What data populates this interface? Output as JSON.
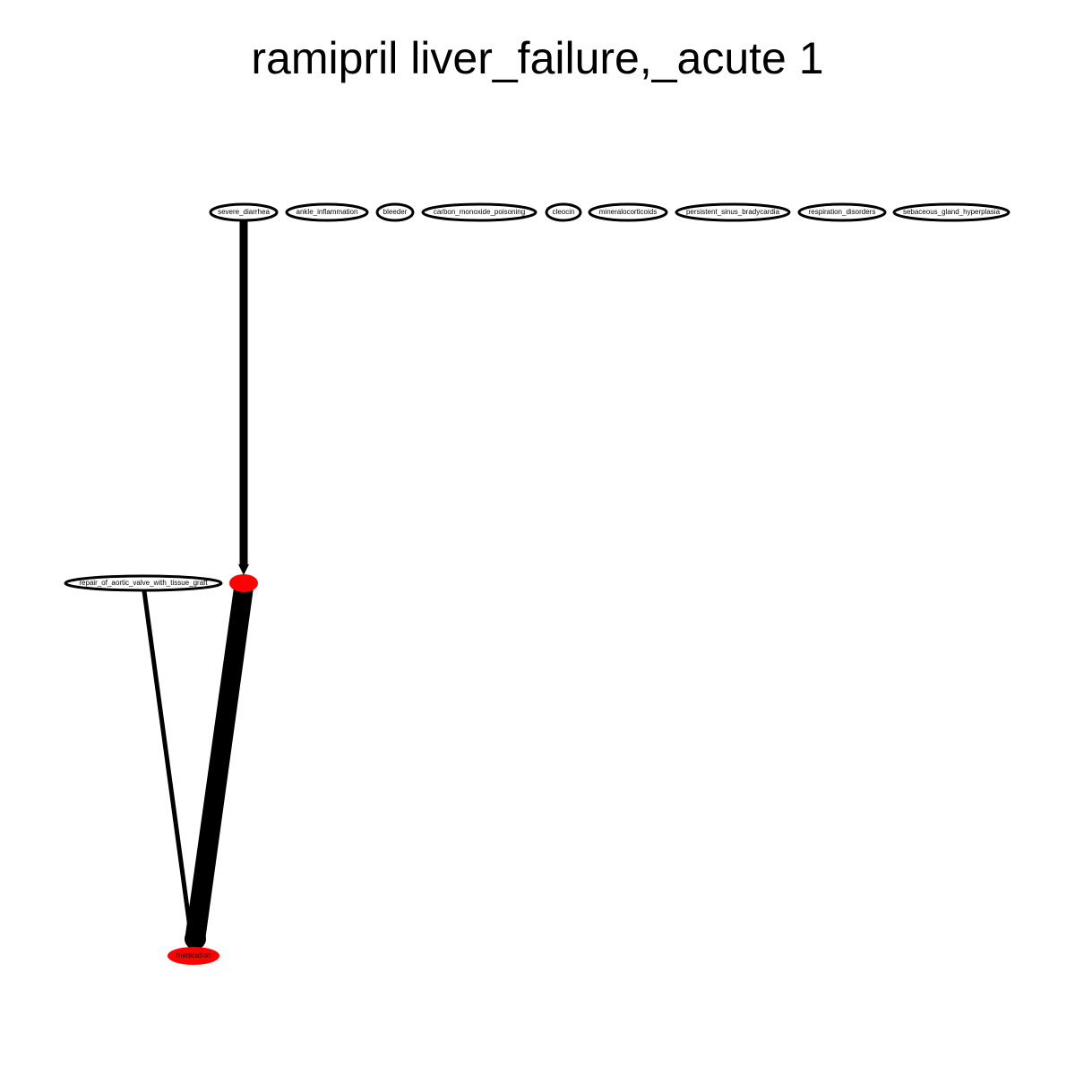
{
  "title": "ramipril liver_failure,_acute 1",
  "nodes": {
    "severe_diarrhea": {
      "label": "severe_diarrhea",
      "fill": "#ffffff",
      "stroke": "#000000"
    },
    "ankle_inflammation": {
      "label": "ankle_inflammation",
      "fill": "#ffffff",
      "stroke": "#000000"
    },
    "bleeder": {
      "label": "bleeder",
      "fill": "#ffffff",
      "stroke": "#000000"
    },
    "carbon_monoxide_poisoning": {
      "label": "carbon_monoxide_poisoning",
      "fill": "#ffffff",
      "stroke": "#000000"
    },
    "cleocin": {
      "label": "cleocin",
      "fill": "#ffffff",
      "stroke": "#000000"
    },
    "mineralocorticoids": {
      "label": "mineralocorticoids",
      "fill": "#ffffff",
      "stroke": "#000000"
    },
    "persistent_sinus_bradycardia": {
      "label": "persistent_sinus_bradycardia",
      "fill": "#ffffff",
      "stroke": "#000000"
    },
    "respiration_disorders": {
      "label": "respiration_disorders",
      "fill": "#ffffff",
      "stroke": "#000000"
    },
    "sebaceous_gland_hyperplasia": {
      "label": "sebaceous_gland_hyperplasia",
      "fill": "#ffffff",
      "stroke": "#000000"
    },
    "repair_of_aortic_valve_with_tissue_graft": {
      "label": "repair_of_aortic_valve_with_tissue_graft",
      "fill": "#ffffff",
      "stroke": "#000000"
    },
    "middle_node": {
      "label": "",
      "fill": "#ff0000",
      "stroke": "#ff0000"
    },
    "medication": {
      "label": "medication",
      "fill": "#ff0000",
      "stroke": "#ff0000"
    }
  },
  "edges": [
    {
      "from": "severe_diarrhea",
      "to": "middle_node",
      "weight": "medium"
    },
    {
      "from": "middle_node",
      "to": "medication",
      "weight": "heavy"
    },
    {
      "from": "repair_of_aortic_valve_with_tissue_graft",
      "to": "medication",
      "weight": "light"
    }
  ]
}
